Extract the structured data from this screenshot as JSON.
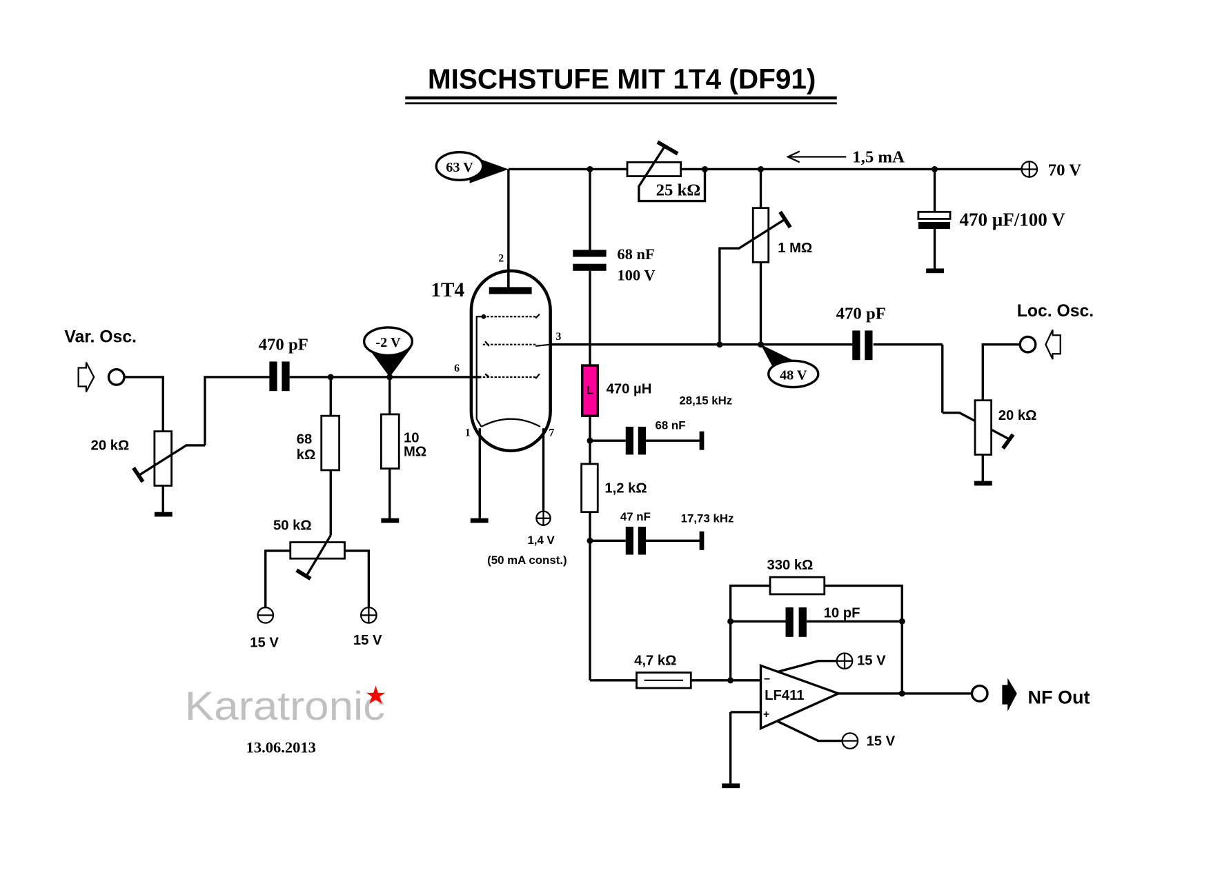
{
  "title": "MISCHSTUFE MIT 1T4 (DF91)",
  "tube": {
    "name": "1T4",
    "pins": {
      "anode": "2",
      "screen": "3",
      "grid": "6",
      "filament_neg": "1",
      "filament_pos": "7"
    }
  },
  "voltage_probes": {
    "anode": "63 V",
    "grid": "-2 V",
    "screen": "48 V"
  },
  "supply": {
    "current": "1,5 mA",
    "voltage": "70 V",
    "filament_voltage": "1,4 V",
    "filament_note": "(50 mA const.)"
  },
  "inputs": {
    "var_osc": "Var. Osc.",
    "loc_osc": "Loc. Osc."
  },
  "output": {
    "label": "NF Out"
  },
  "components": {
    "r_anode_pot": "25 kΩ",
    "c_bypass_main": "470 µF/100 V",
    "r_screen_pot": "1 MΩ",
    "c_anode": "68 nF",
    "c_anode_v": "100 V",
    "c_in_var": "470 pF",
    "c_in_loc": "470 pF",
    "r_var_pot": "20 kΩ",
    "r_loc_pot": "20 kΩ",
    "r_grid_68_a": "68",
    "r_grid_68_b": "kΩ",
    "r_grid_10_a": "10",
    "r_grid_10_b": "MΩ",
    "r_bias_pot": "50 kΩ",
    "bias_neg": "15 V",
    "bias_pos": "15 V",
    "inductor": "470 µH",
    "inductor_symbol": "L",
    "freq1": "28,15 kHz",
    "c_filter1": "68 nF",
    "r_filter": "1,2 kΩ",
    "c_filter2": "47 nF",
    "freq2": "17,73 kHz",
    "r_feedback": "330 kΩ",
    "c_feedback": "10 pF",
    "r_input": "4,7 kΩ",
    "opamp": "LF411",
    "opamp_minus": "−",
    "opamp_plus": "+",
    "opamp_vpos": "15 V",
    "opamp_vneg": "15 V"
  },
  "logo": {
    "text": "Karatronic",
    "date": "13.06.2013",
    "star_color": "#ff0000",
    "text_color": "#c0c0c0"
  },
  "colors": {
    "inductor_fill": "#ff0099"
  }
}
